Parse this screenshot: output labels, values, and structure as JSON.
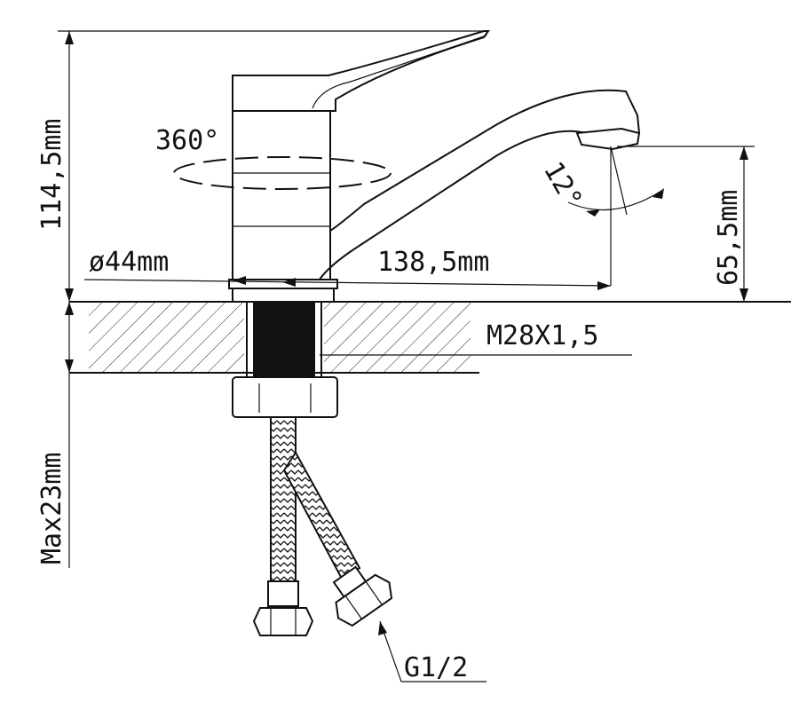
{
  "labels": {
    "total_height": "114,5mm",
    "rotation": "360°",
    "spout_tilt": "12°",
    "spout_height": "65,5mm",
    "base_diameter": "ø44mm",
    "spout_reach": "138,5mm",
    "thread": "M28X1,5",
    "max_deck": "Max23mm",
    "hose_connection": "G1/2"
  },
  "colors": {
    "line": "#111111",
    "background": "#ffffff"
  }
}
